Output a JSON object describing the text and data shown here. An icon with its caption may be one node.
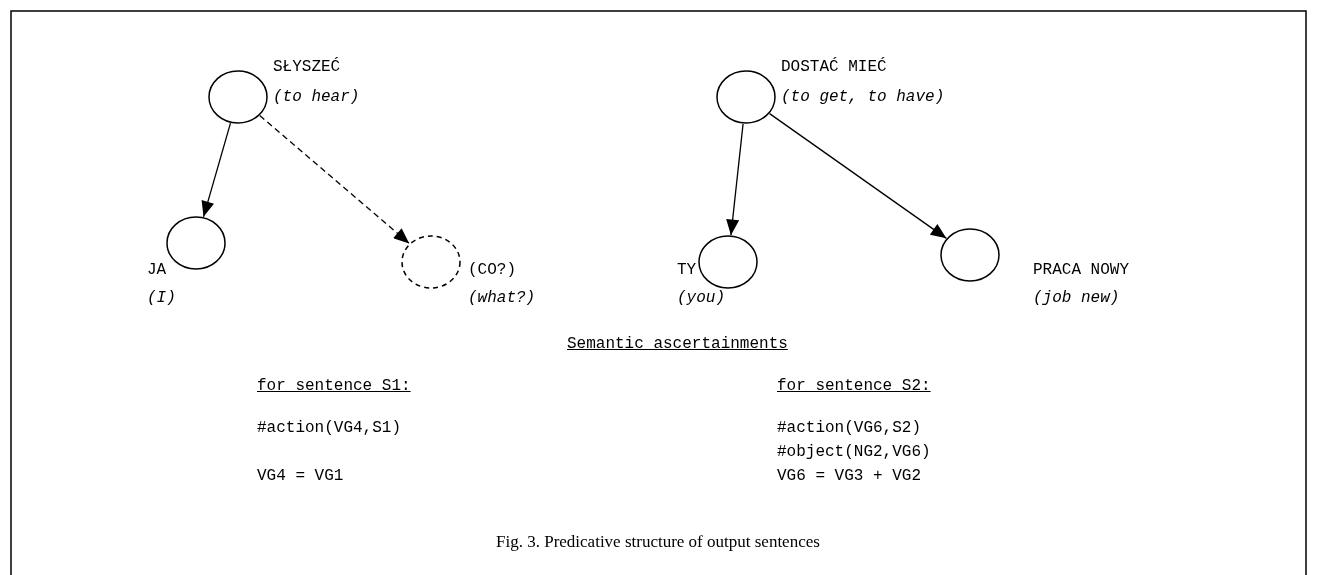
{
  "diagram": {
    "caption": "Fig. 3. Predicative structure of output sentences",
    "nodes": [
      {
        "text": [],
        "shape": "circle",
        "beside": [
          "SŁYSZEĆ",
          "(to hear)"
        ]
      },
      {
        "text": [],
        "shape": "circle",
        "beside": [
          "JA",
          "(I)"
        ]
      },
      {
        "text": [],
        "shape": "circle",
        "beside": [
          "(CO?)",
          "(what?)"
        ]
      },
      {
        "text": [],
        "shape": "circle",
        "beside": [
          "DOSTAĆ MIEĆ",
          "(to get, to have)"
        ]
      },
      {
        "text": [],
        "shape": "circle",
        "beside": [
          "TY",
          "(you)"
        ]
      },
      {
        "text": [],
        "shape": "circle",
        "beside": [
          "PRACA NOWY",
          "(job new)"
        ]
      }
    ],
    "edges": [
      {
        "from": 0,
        "to": 1,
        "arrow": "to"
      },
      {
        "from": 0,
        "to": 2,
        "arrow": "to",
        "style": "dashed"
      },
      {
        "from": 3,
        "to": 4,
        "arrow": "to"
      },
      {
        "from": 3,
        "to": 5,
        "arrow": "to"
      }
    ],
    "labels": [
      "Semantic ascertainments",
      "for sentence S1:",
      "#action(VG4,S1)",
      "VG4 = VG1",
      "for sentence S2:",
      "#action(VG6,S2)",
      "#object(NG2,VG6)",
      "VG6 = VG3 + VG2"
    ]
  }
}
